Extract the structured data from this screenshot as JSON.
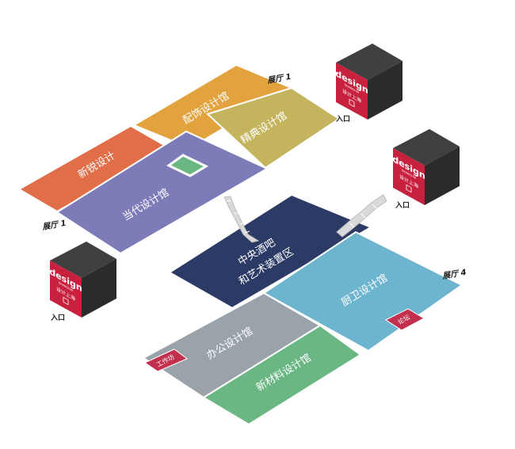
{
  "halls": {
    "hall_1_top": "展厅 1",
    "hall_1_left": "展厅 1",
    "hall_4": "展厅 4"
  },
  "entrances": {
    "entrance_a": "入口",
    "entrance_b": "入口",
    "entrance_c": "入口"
  },
  "zones": {
    "fashion": "配饰设计馆",
    "classic": "精典设计馆",
    "new_sharp": "新锐设计",
    "contemporary": "当代设计馆",
    "bar_line1": "中央酒吧",
    "bar_line2": "和艺术装置区",
    "kitchen": "厨卫设计馆",
    "office": "办公设计馆",
    "materials": "新材料设计馆"
  },
  "tags": {
    "forum": "论坛",
    "workshop": "工作坊"
  },
  "cube": {
    "brand": "design",
    "sub": "设计上海",
    "tiny": "SHANGHAI"
  },
  "colors": {
    "fashion": "#E2A23E",
    "classic": "#C4B45E",
    "new_sharp": "#E06E48",
    "contemporary": "#7E7CB8",
    "bar": "#2C3A66",
    "kitchen": "#6DB4CF",
    "office": "#9AA2AA",
    "materials": "#6BB784",
    "tag": "#C2304D",
    "cube_dark": "#2B2B2B",
    "cube_side": "#3C3C3C",
    "cube_top": "#404040",
    "cube_red": "#C8213E"
  }
}
